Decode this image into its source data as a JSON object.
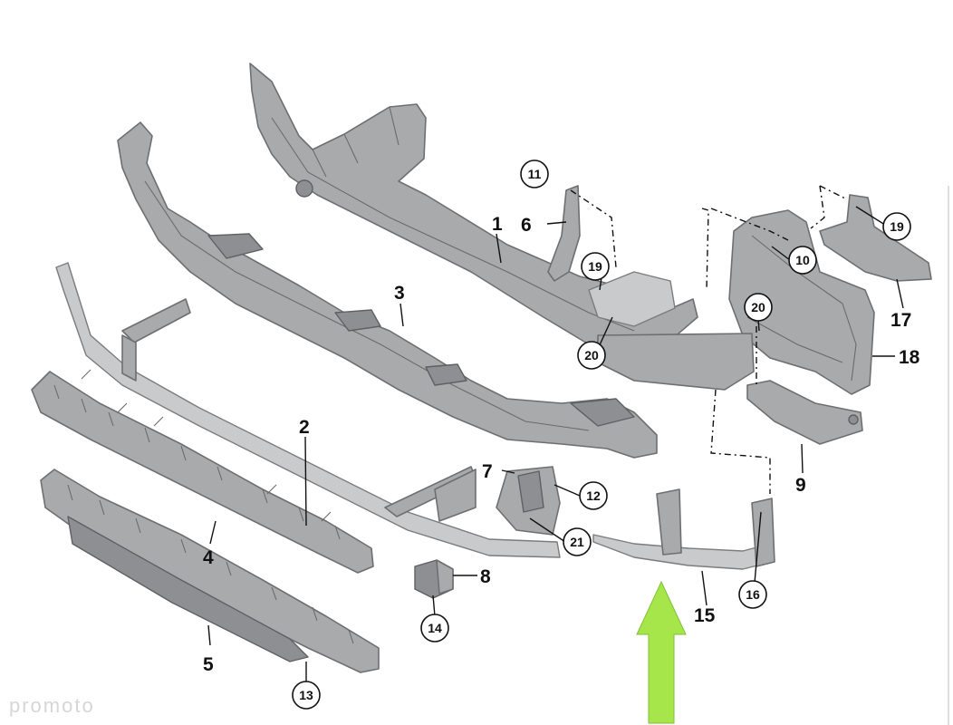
{
  "labels": {
    "l1": "1",
    "l2": "2",
    "l3": "3",
    "l4": "4",
    "l5": "5",
    "l6": "6",
    "l7": "7",
    "l8": "8",
    "l9": "9",
    "l15": "15",
    "l17": "17",
    "l18": "18"
  },
  "circled": {
    "c10": "10",
    "c11": "11",
    "c12": "12",
    "c13": "13",
    "c14": "14",
    "c16": "16",
    "c19a": "19",
    "c19b": "19",
    "c20a": "20",
    "c20b": "20",
    "c21": "21"
  },
  "watermark": "promoto",
  "colors": {
    "part": "#a9aaac",
    "arrow": "#a6e64b",
    "ink": "#111111"
  },
  "icons": {
    "direction": "up-arrow-icon"
  }
}
